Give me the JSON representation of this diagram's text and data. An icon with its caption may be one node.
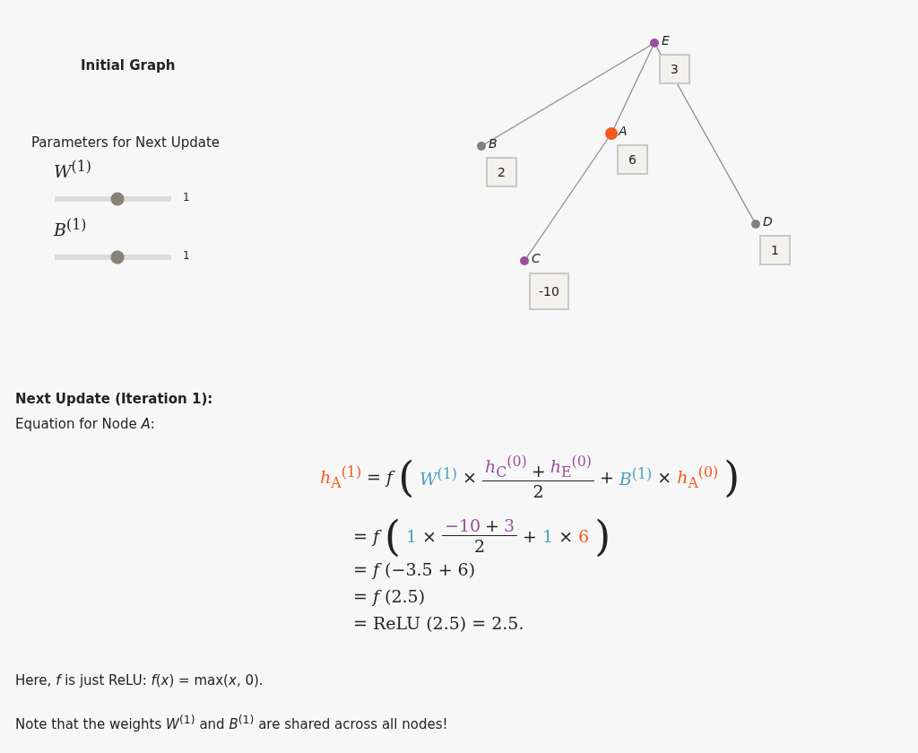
{
  "diagram": {
    "nodes": [
      {
        "text": [
          "E",
          "3"
        ]
      },
      {
        "text": [
          "A",
          "6"
        ]
      },
      {
        "text": [
          "B",
          "2"
        ]
      },
      {
        "text": [
          "D",
          "1"
        ]
      },
      {
        "text": [
          "C",
          "-10"
        ]
      }
    ],
    "edges": [
      {
        "from": 0,
        "to": 2,
        "arrow": "none"
      },
      {
        "from": 0,
        "to": 1,
        "arrow": "none"
      },
      {
        "from": 0,
        "to": 3,
        "arrow": "none"
      },
      {
        "from": 1,
        "to": 4,
        "arrow": "none"
      }
    ],
    "labels": [
      "Initial Graph",
      "Parameters for Next Update",
      "*W*$^{(1)}$",
      "1",
      "*B*$^{(1)}$",
      "1",
      "Next Update (Iteration 1):",
      "Equation for Node *A*:",
      "*h*$_{A}$$^{(1)}$",
      "= *f*",
      "(",
      "*W*$^{(1)}$",
      "×",
      "*h*$_{C}$$^{(0)}$",
      "+",
      "*h*$_{E}$$^{(0)}$",
      "2",
      "+",
      "*B*$^{(1)}$",
      "×",
      "*h*$_{A}$$^{(0)}$",
      ")",
      "= *f*",
      "(",
      "1",
      "×",
      "−10",
      "+",
      "3",
      "2",
      "+",
      "1",
      "×",
      "6",
      ")",
      "= *f* (−3.5 + 6)",
      "= *f* (2.5)",
      "= ReLU (2.5) = 2.5.",
      "Here, *f* is just ReLU: *f*(*x*) = max(*x*, 0).",
      "Note that the weights *W*$^{(1)}$ and *B*$^{(1)}$ are shared across all nodes!"
    ]
  }
}
